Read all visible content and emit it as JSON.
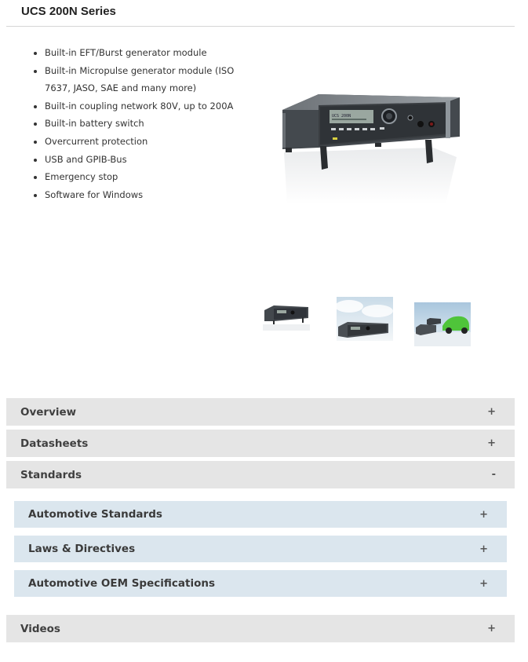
{
  "product": {
    "title": "UCS 200N Series"
  },
  "features": [
    "Built-in EFT/Burst generator module",
    "Built-in Micropulse generator module (ISO 7637, JASO, SAE and many more)",
    "Built-in coupling network 80V, up to 200A",
    "Built-in battery switch",
    "Overcurrent protection",
    "USB and GPIB-Bus",
    "Emergency stop",
    "Software for Windows"
  ],
  "device_display": "UCS 200N",
  "accordion": {
    "overview": {
      "label": "Overview",
      "sign": "+"
    },
    "datasheets": {
      "label": "Datasheets",
      "sign": "+"
    },
    "standards": {
      "label": "Standards",
      "sign": "-"
    },
    "automotive_standards": {
      "label": "Automotive Standards",
      "sign": "+"
    },
    "laws_directives": {
      "label": "Laws & Directives",
      "sign": "+"
    },
    "oem_specs": {
      "label": "Automotive OEM Specifications",
      "sign": "+"
    },
    "videos": {
      "label": "Videos",
      "sign": "+"
    }
  }
}
